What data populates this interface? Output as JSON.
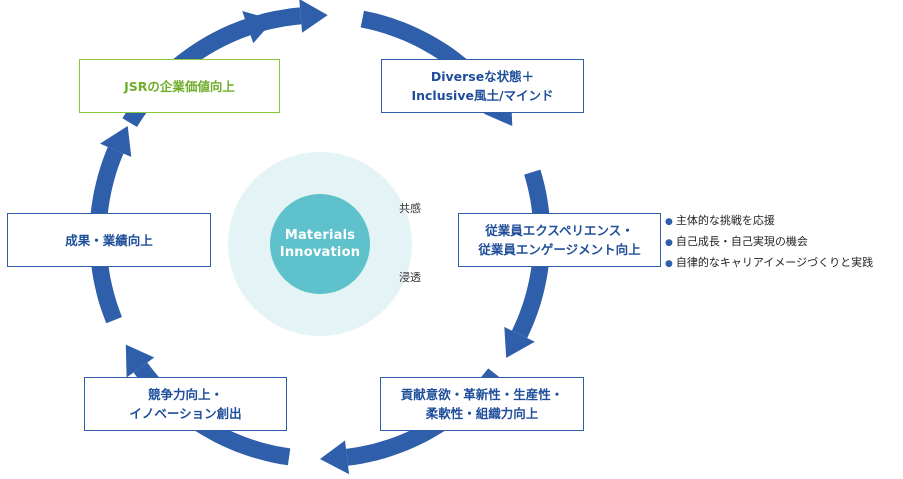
{
  "center": {
    "title_line1": "Materials",
    "title_line2": "Innovation",
    "label_top": "共感",
    "label_bottom": "浸透"
  },
  "boxes": {
    "top_left": {
      "line1": "JSRの企業価値向上"
    },
    "top_right": {
      "line1": "Diverseな状態＋",
      "line2": "Inclusive風土/マインド"
    },
    "right": {
      "line1": "従業員エクスペリエンス・",
      "line2": "従業員エンゲージメント向上"
    },
    "bottom_right": {
      "line1": "貢献意欲・革新性・生産性・",
      "line2": "柔軟性・組織力向上"
    },
    "bottom_left": {
      "line1": "競争力向上・",
      "line2": "イノベーション創出"
    },
    "left": {
      "line1": "成果・業績向上"
    }
  },
  "bullets": [
    "主体的な挑戦を応援",
    "自己成長・自己実現の機会",
    "自律的なキャリアイメージづくりと実践"
  ],
  "colors": {
    "cycle_blue": "#2f5eab",
    "outer_circle": "#e3f3f6",
    "inner_circle": "#5fc1cc",
    "green_accent": "#8cc63f"
  }
}
